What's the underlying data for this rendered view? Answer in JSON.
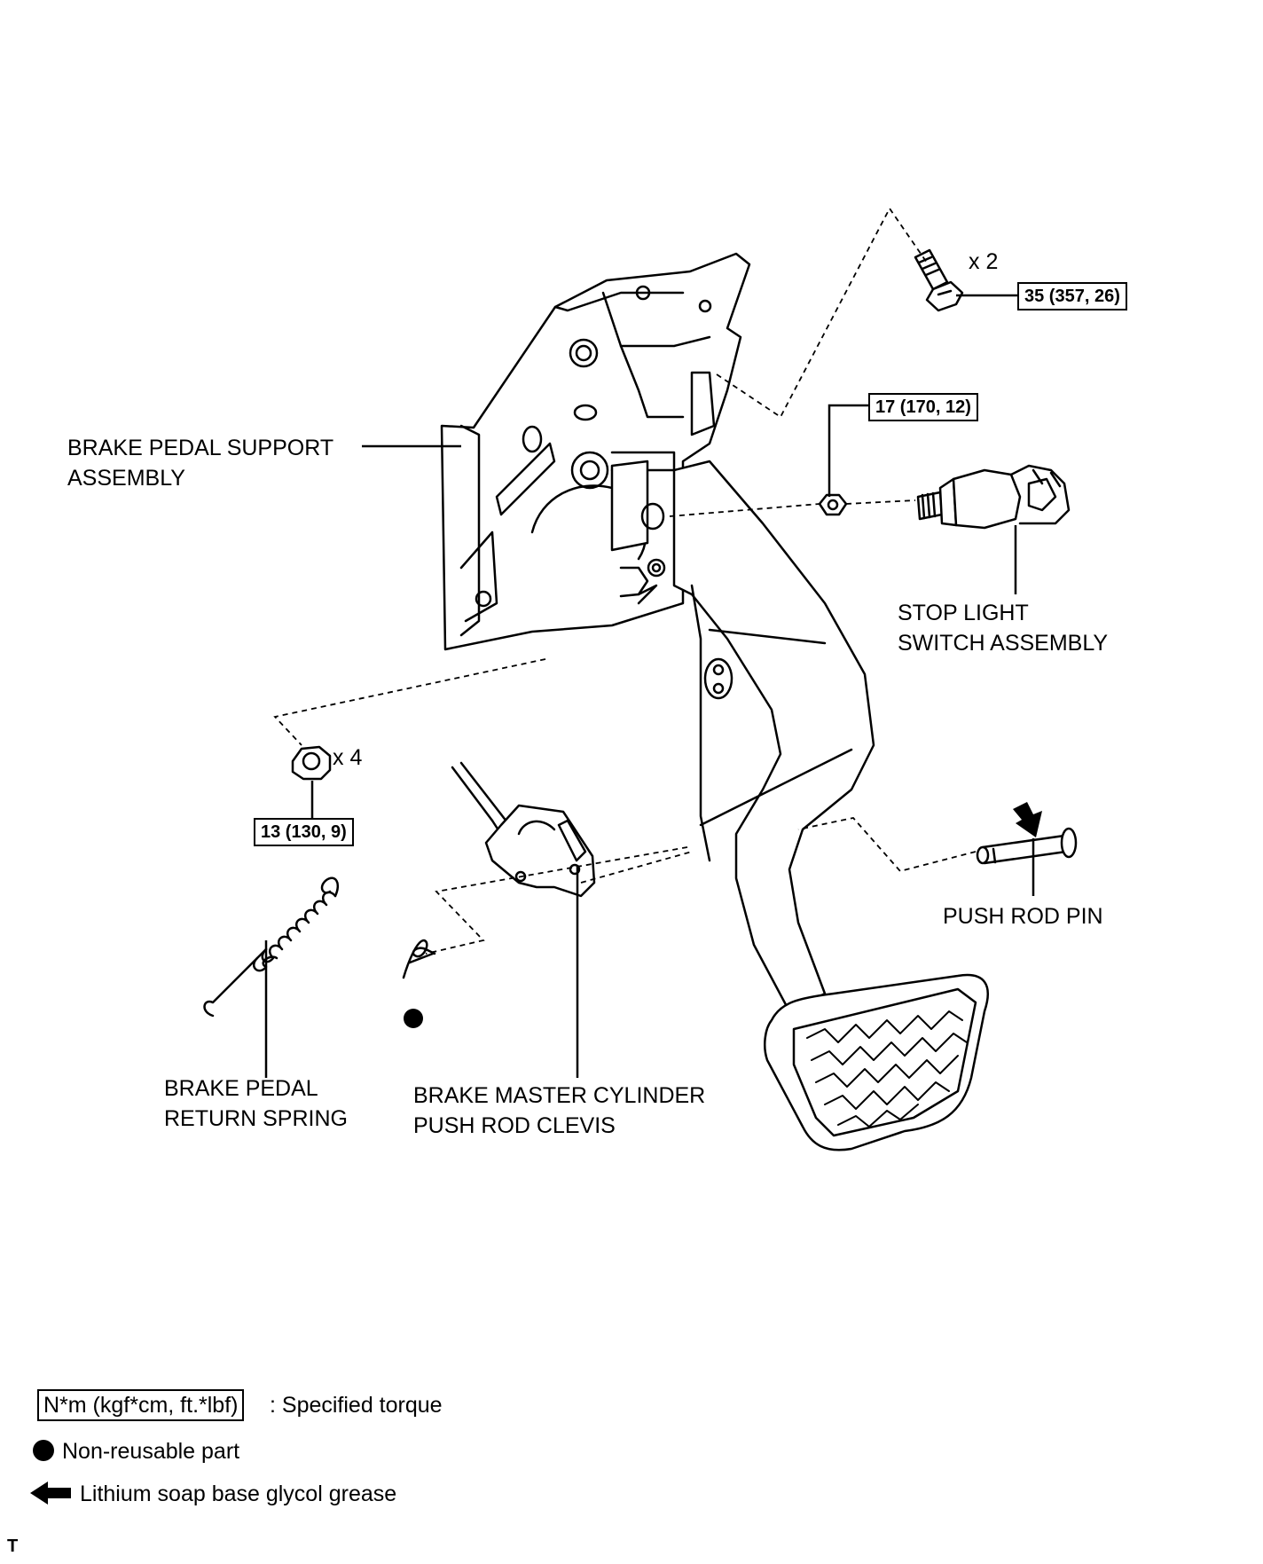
{
  "labels": {
    "brake_pedal_support_line1": "BRAKE PEDAL SUPPORT",
    "brake_pedal_support_line2": "ASSEMBLY",
    "stop_light_line1": "STOP LIGHT",
    "stop_light_line2": "SWITCH ASSEMBLY",
    "push_rod_pin": "PUSH ROD PIN",
    "return_spring_line1": "BRAKE PEDAL",
    "return_spring_line2": "RETURN SPRING",
    "clevis_line1": "BRAKE MASTER CYLINDER",
    "clevis_line2": "PUSH ROD CLEVIS"
  },
  "torques": {
    "bolt": "35 (357, 26)",
    "switch_nut": "17 (170, 12)",
    "support_nut": "13 (130, 9)"
  },
  "quantities": {
    "bolt": "x 2",
    "support_nut": "x 4"
  },
  "legend": {
    "torque_box": "N*m (kgf*cm, ft.*lbf)",
    "torque_text": ": Specified torque",
    "non_reusable": "Non-reusable part",
    "grease": "Lithium soap base glycol grease"
  },
  "corner_mark": "T"
}
